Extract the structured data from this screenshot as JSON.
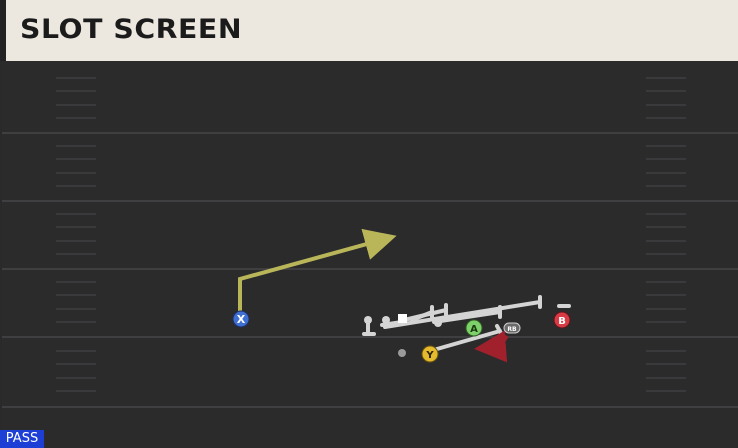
{
  "play": {
    "title": "SLOT SCREEN",
    "type_badge": "PASS"
  },
  "players": [
    {
      "name": "x-receiver",
      "label": "X",
      "color": "#3f6fd1"
    },
    {
      "name": "a-receiver",
      "label": "A",
      "color": "#7ed06a"
    },
    {
      "name": "y-receiver",
      "label": "Y",
      "color": "#e4bb2e"
    },
    {
      "name": "b-receiver",
      "label": "B",
      "color": "#d83b45"
    },
    {
      "name": "running-back",
      "label": "RB",
      "color": "#555555"
    }
  ],
  "colors": {
    "route": "#b9b65a",
    "block": "#d0d0d0",
    "rb_route": "#a0202c",
    "field": "#2b2b2c",
    "yard_line": "#3c3c3e"
  }
}
